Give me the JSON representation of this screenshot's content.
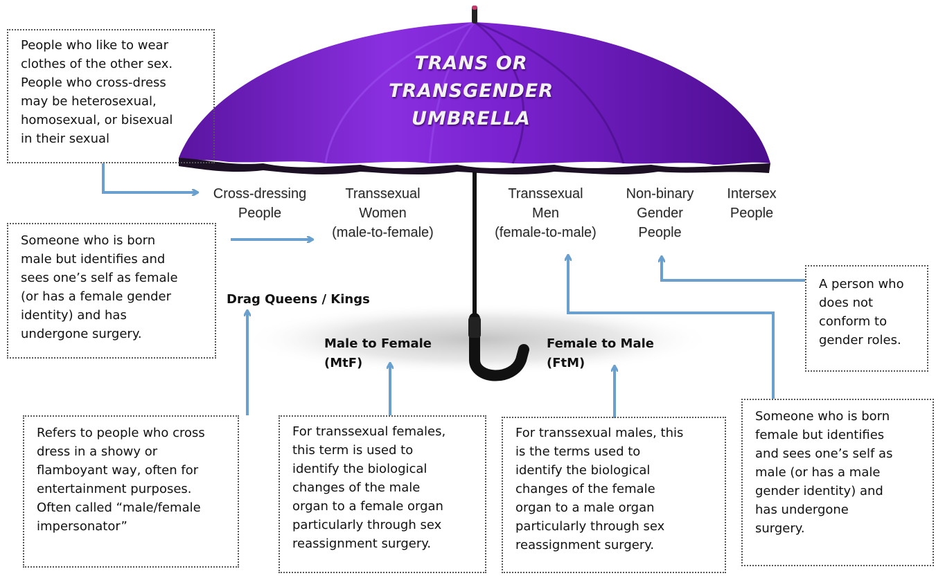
{
  "title": "TRANS OR\nTRANSGENDER\nUMBRELLA",
  "colors": {
    "canopy": "#7a24c9",
    "canopy_dark": "#4a0f85",
    "arrow": "#6aa0cf",
    "handle": "#111111"
  },
  "categories": {
    "cross_dressing": "Cross-dressing\nPeople",
    "trans_women": "Transsexual\nWomen\n(male-to-female)",
    "trans_men": "Transsexual\nMen\n(female-to-male)",
    "non_binary": "Non-binary\nGender\nPeople",
    "intersex": "Intersex\nPeople"
  },
  "labels": {
    "drag": "Drag Queens / Kings",
    "mtf": "Male to Female\n(MtF)",
    "ftm": "Female to Male\n(FtM)"
  },
  "notes": {
    "cross_dressing": "People who like to wear\nclothes of the other sex.\nPeople who cross-dress\nmay be heterosexual,\nhomosexual, or bisexual\nin their sexual",
    "trans_women": "Someone who is born\nmale but identifies and\nsees one’s self as female\n(or has a female gender\nidentity) and has\nundergone surgery.",
    "non_binary": "A person who\ndoes not\nconform to\ngender roles.",
    "drag": "Refers to people who cross\ndress in a showy or\nflamboyant way, often for\nentertainment purposes.\nOften called “male/female\nimpersonator”",
    "mtf": "For transsexual females,\nthis term is used to\nidentify the biological\nchanges of the male\norgan to a female organ\nparticularly through sex\nreassignment surgery.",
    "ftm": "For transsexual males, this\nis the terms used to\nidentify the biological\nchanges of the female\norgan to a male organ\nparticularly through sex\nreassignment surgery.",
    "trans_men": "Someone who is born\nfemale but identifies\nand sees one’s self as\nmale (or has a male\ngender identity) and\nhas undergone\nsurgery."
  }
}
